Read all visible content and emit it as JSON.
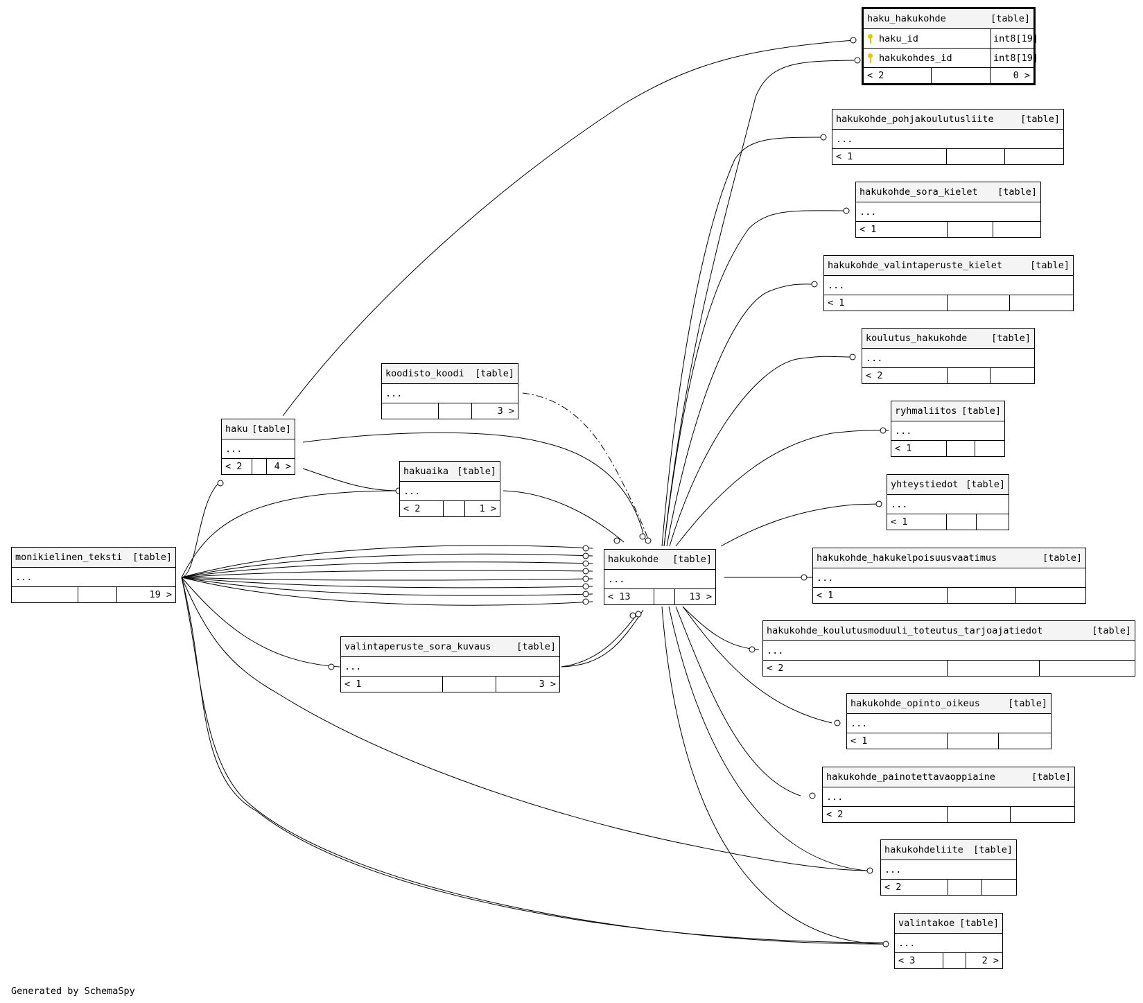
{
  "tag": "[table]",
  "ellipsis": "...",
  "footer": "Generated by SchemaSpy",
  "tables": {
    "haku_hakukohde": {
      "name": "haku_hakukohde",
      "columns": [
        {
          "name": "haku_id",
          "type": "int8[19]"
        },
        {
          "name": "hakukohdes_id",
          "type": "int8[19]"
        }
      ],
      "left": "< 2",
      "right": "0 >"
    },
    "hakukohde_pohjakoulutusliite": {
      "name": "hakukohde_pohjakoulutusliite",
      "left": "< 1",
      "right": ""
    },
    "hakukohde_sora_kielet": {
      "name": "hakukohde_sora_kielet",
      "left": "< 1",
      "right": ""
    },
    "hakukohde_valintaperuste_kielet": {
      "name": "hakukohde_valintaperuste_kielet",
      "left": "< 1",
      "right": ""
    },
    "koulutus_hakukohde": {
      "name": "koulutus_hakukohde",
      "left": "< 2",
      "right": ""
    },
    "ryhmaliitos": {
      "name": "ryhmaliitos",
      "left": "< 1",
      "right": ""
    },
    "yhteystiedot": {
      "name": "yhteystiedot",
      "left": "< 1",
      "right": ""
    },
    "hakukohde_hakukelpoisuusvaatimus": {
      "name": "hakukohde_hakukelpoisuusvaatimus",
      "left": "< 1",
      "right": ""
    },
    "hakukohde_koulutusmoduuli_toteutus_tarjoajatiedot": {
      "name": "hakukohde_koulutusmoduuli_toteutus_tarjoajatiedot",
      "left": "< 2",
      "right": ""
    },
    "hakukohde_opinto_oikeus": {
      "name": "hakukohde_opinto_oikeus",
      "left": "< 1",
      "right": ""
    },
    "hakukohde_painotettavaoppiaine": {
      "name": "hakukohde_painotettavaoppiaine",
      "left": "< 2",
      "right": ""
    },
    "hakukohdeliite": {
      "name": "hakukohdeliite",
      "left": "< 2",
      "right": ""
    },
    "valintakoe": {
      "name": "valintakoe",
      "left": "< 3",
      "right": "2 >"
    },
    "koodisto_koodi": {
      "name": "koodisto_koodi",
      "left": "",
      "right": "3 >"
    },
    "haku": {
      "name": "haku",
      "left": "< 2",
      "right": "4 >"
    },
    "hakuaika": {
      "name": "hakuaika",
      "left": "< 2",
      "right": "1 >"
    },
    "monikielinen_teksti": {
      "name": "monikielinen_teksti",
      "left": "",
      "right": "19 >"
    },
    "hakukohde": {
      "name": "hakukohde",
      "left": "< 13",
      "right": "13 >"
    },
    "valintaperuste_sora_kuvaus": {
      "name": "valintaperuste_sora_kuvaus",
      "left": "< 1",
      "right": "3 >"
    }
  }
}
